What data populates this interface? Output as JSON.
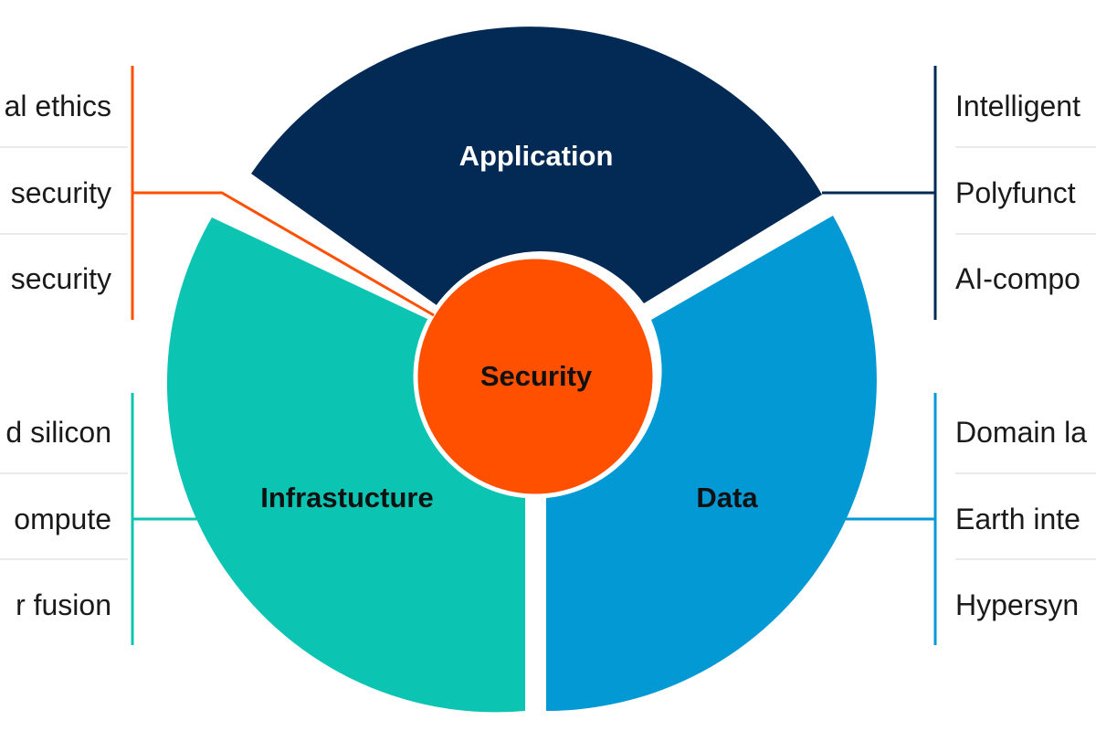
{
  "colors": {
    "application": "#022a55",
    "infrastructure": "#0bc4b2",
    "data": "#0399d5",
    "security": "#ff5000",
    "text_dark": "#1a1a1a",
    "text_light": "#ffffff",
    "separator": "#d6d6d6"
  },
  "segments": {
    "application": {
      "label": "Application"
    },
    "infrastructure": {
      "label": "Infrastucture"
    },
    "data": {
      "label": "Data"
    },
    "security": {
      "label": "Security"
    }
  },
  "left_top_list": {
    "items": [
      "al ethics",
      "security",
      "security"
    ]
  },
  "left_bottom_list": {
    "items": [
      "d silicon",
      "ompute",
      "r fusion"
    ]
  },
  "right_top_list": {
    "items": [
      "Intelligent",
      "Polyfunct",
      "AI-compo"
    ]
  },
  "right_bottom_list": {
    "items": [
      "Domain la",
      "Earth inte",
      "Hypersyn"
    ]
  }
}
